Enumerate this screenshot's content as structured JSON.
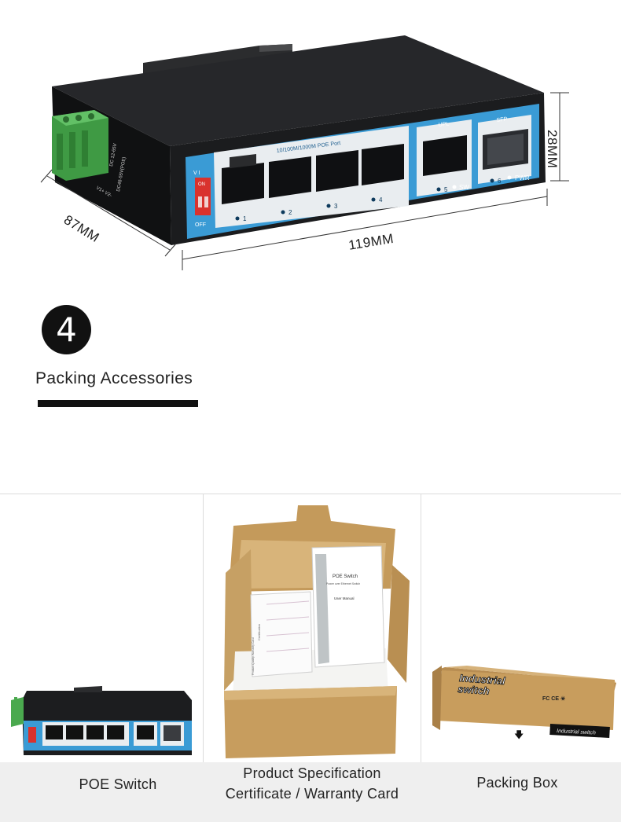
{
  "device": {
    "port_group_label": "10/100M/1000M POE Port",
    "upl_label": "UPL",
    "sfp_label": "SFP",
    "dip_top": "V  I",
    "dip_on": "ON",
    "dip_off": "OFF",
    "port_numbers": [
      "1",
      "2",
      "3",
      "4"
    ],
    "upl_number": "5",
    "sw_label": "SW",
    "sfp_number": "6",
    "pwr_label": "PWR",
    "terminal_text": "DC 12-65V",
    "terminal_text2": "DC48-55V(POE)",
    "terminal_text3": "V1+ V2-"
  },
  "dimensions": {
    "height": "28MM",
    "depth": "87MM",
    "width": "119MM"
  },
  "step": {
    "number": "4",
    "title": "Packing Accessories"
  },
  "box": {
    "brand_line1": "Industrial",
    "brand_line2": "switch",
    "manual_title": "POE Switch",
    "manual_subtitle": "Power over Ethernet Switch",
    "manual_heading": "User Manual",
    "card_title": "Certification",
    "card_side": "Product Quality Warranty Card",
    "box_label": "Industrial   switch",
    "cert_marks": "FC  CE  ☣"
  },
  "captions": {
    "poe_switch": "POE Switch",
    "spec_line1": "Product Specification",
    "spec_line2": "Certificate / Warranty Card",
    "packing_box": "Packing Box"
  },
  "colors": {
    "device_body": "#1c1d1f",
    "front_panel_blue": "#3a9bd5",
    "terminal_green": "#4aa94e",
    "dip_red": "#d9322d",
    "cardboard": "#c79d5e",
    "cardboard_light": "#e4c58f"
  }
}
